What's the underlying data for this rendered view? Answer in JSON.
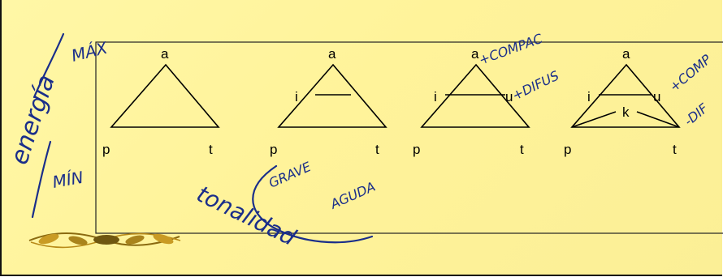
{
  "panels": [
    {
      "top": "a",
      "left": "p",
      "right": "t",
      "mid_left": "",
      "mid_right": "",
      "inner": ""
    },
    {
      "top": "a",
      "left": "p",
      "right": "t",
      "mid_left": "i",
      "mid_right": "",
      "inner": ""
    },
    {
      "top": "a",
      "left": "p",
      "right": "t",
      "mid_left": "i",
      "mid_right": "u",
      "inner": ""
    },
    {
      "top": "a",
      "left": "p",
      "right": "t",
      "mid_left": "i",
      "mid_right": "u",
      "inner": "k"
    }
  ],
  "handwriting": {
    "energia": "energía",
    "max": "MÁX",
    "min": "MÍN",
    "compac": "+COMPAC",
    "difus": "+DIFUS",
    "comp": "+COMP",
    "dif": "-DIF",
    "grave": "GRAVE",
    "aguda": "AGUDA",
    "tonalidad": "tonalidad"
  },
  "colors": {
    "ink": "#1a2e8a",
    "background": "#fff5a0",
    "ornament": "#b8860b"
  }
}
